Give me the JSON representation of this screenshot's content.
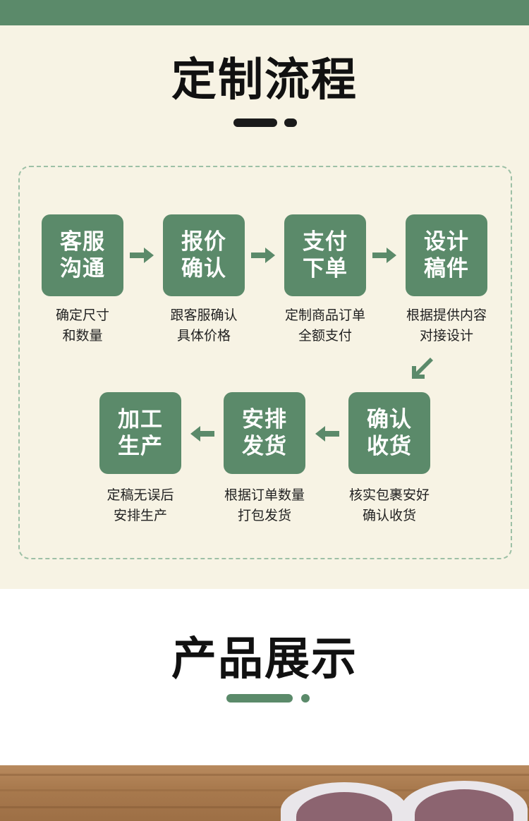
{
  "header": {
    "color": "#5b8a6a"
  },
  "process": {
    "title": "定制流程",
    "steps": [
      {
        "label": "客服\n沟通",
        "desc1": "确定尺寸",
        "desc2": "和数量"
      },
      {
        "label": "报价\n确认",
        "desc1": "跟客服确认",
        "desc2": "具体价格"
      },
      {
        "label": "支付\n下单",
        "desc1": "定制商品订单",
        "desc2": "全额支付"
      },
      {
        "label": "设计\n稿件",
        "desc1": "根据提供内容",
        "desc2": "对接设计"
      },
      {
        "label": "确认\n收货",
        "desc1": "核实包裹安好",
        "desc2": "确认收货"
      },
      {
        "label": "安排\n发货",
        "desc1": "根据订单数量",
        "desc2": "打包发货"
      },
      {
        "label": "加工\n生产",
        "desc1": "定稿无误后",
        "desc2": "安排生产"
      }
    ],
    "arrow_icons": [
      "arrow-right-icon",
      "arrow-down-left-icon",
      "arrow-left-icon"
    ],
    "accent": "#5b8a6a",
    "background": "#f7f3e4"
  },
  "product": {
    "title": "产品展示"
  }
}
